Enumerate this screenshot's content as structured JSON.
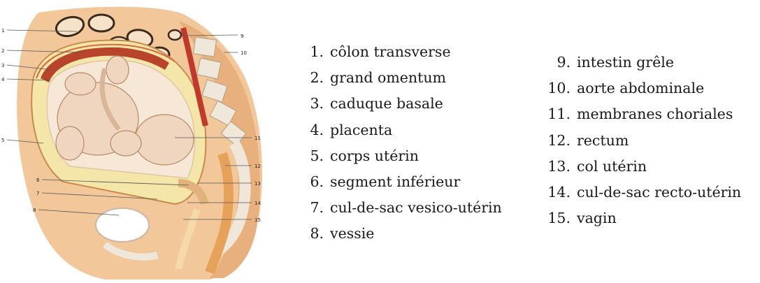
{
  "legend_left": [
    {
      "num": "1.",
      "label": "côlon transverse"
    },
    {
      "num": "2.",
      "label": "grand omentum"
    },
    {
      "num": "3.",
      "label": "caduque basale"
    },
    {
      "num": "4.",
      "label": "placenta"
    },
    {
      "num": "5.",
      "label": "corps utérin"
    },
    {
      "num": "6.",
      "label": "segment inférieur"
    },
    {
      "num": "7.",
      "label": "cul-de-sac vesico-utérin"
    },
    {
      "num": "8.",
      "label": "vessie"
    }
  ],
  "legend_right": [
    {
      "num": "9.",
      "label": "intestin grêle"
    },
    {
      "num": "10.",
      "label": "aorte abdominale"
    },
    {
      "num": "11.",
      "label": "membranes choriales"
    },
    {
      "num": "12.",
      "label": "rectum"
    },
    {
      "num": "13.",
      "label": "col utérin"
    },
    {
      "num": "14.",
      "label": "cul-de-sac recto-utérin"
    },
    {
      "num": "15.",
      "label": "vagin"
    }
  ],
  "leader_numbers": {
    "n1": "1",
    "n2": "2",
    "n3": "3",
    "n4": "4",
    "n5": "5",
    "n6": "6",
    "n7": "7",
    "n8": "8",
    "n9": "9",
    "n10": "10",
    "n11": "11",
    "n12": "12",
    "n13": "13",
    "n14": "14",
    "n15": "15"
  },
  "colors": {
    "skin": "#f2c79a",
    "tissue": "#e8b07d",
    "uterus_wall": "#f3e6a8",
    "placenta": "#b8452b",
    "fetus": "#f1d6bf",
    "fluid": "#f6e7d6",
    "aorta": "#c0392b",
    "spine": "#efe8da",
    "bladder": "#ffffff",
    "bowel_outline": "#3b2a1e"
  }
}
